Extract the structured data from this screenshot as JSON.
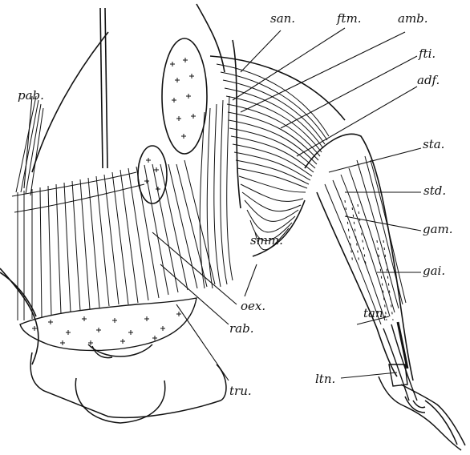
{
  "labels": {
    "san": "san.",
    "ftm": "ftm.",
    "amb": "amb.",
    "fti": "fti.",
    "adf": "adf.",
    "sta": "sta.",
    "std": "std.",
    "gam": "gam.",
    "gai": "gai.",
    "tan": "tan.",
    "ltn": "ltn.",
    "pab": "pab.",
    "smm": "smm.",
    "oex": "oex.",
    "rab": "rab.",
    "tru": "tru."
  },
  "colors": {
    "ink": "#111111",
    "paper": "#ffffff"
  }
}
